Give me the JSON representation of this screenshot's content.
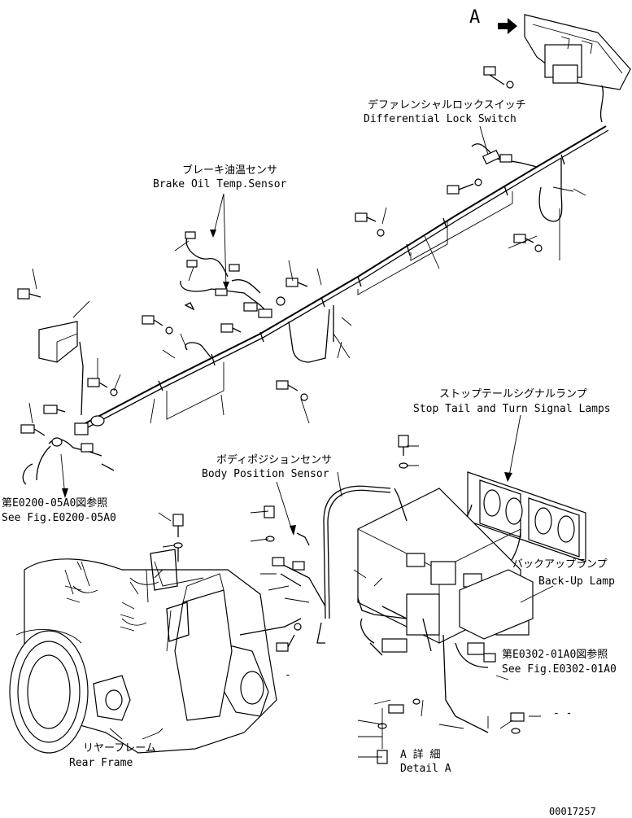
{
  "labels": {
    "view_letter": "A",
    "diff_lock_jp": "デファレンシャルロックスイッチ",
    "diff_lock_en": "Differential Lock Switch",
    "brake_oil_jp": "ブレーキ油温センサ",
    "brake_oil_en": "Brake Oil Temp.Sensor",
    "stop_tail_jp": "ストップテールシグナルランプ",
    "stop_tail_en": "Stop Tail and Turn Signal Lamps",
    "body_pos_jp": "ボディポジションセンサ",
    "body_pos_en": "Body Position Sensor",
    "back_up_jp": "バックアップランプ",
    "back_up_en": "Back-Up Lamp",
    "ref1_jp": "第E0200-05A0図参照",
    "ref1_en": "See Fig.E0200-05A0",
    "ref2_jp": "第E0302-01A0図参照",
    "ref2_en": "See Fig.E0302-01A0",
    "rear_frame_jp": "リヤーフレーム",
    "rear_frame_en": "Rear Frame",
    "detail_jp": "A 詳 細",
    "detail_en": "Detail A",
    "drawing_no": "00017257",
    "dash1": "-",
    "dash2": "- -"
  },
  "icons": {
    "view_arrow": "view-direction-arrow-icon"
  }
}
